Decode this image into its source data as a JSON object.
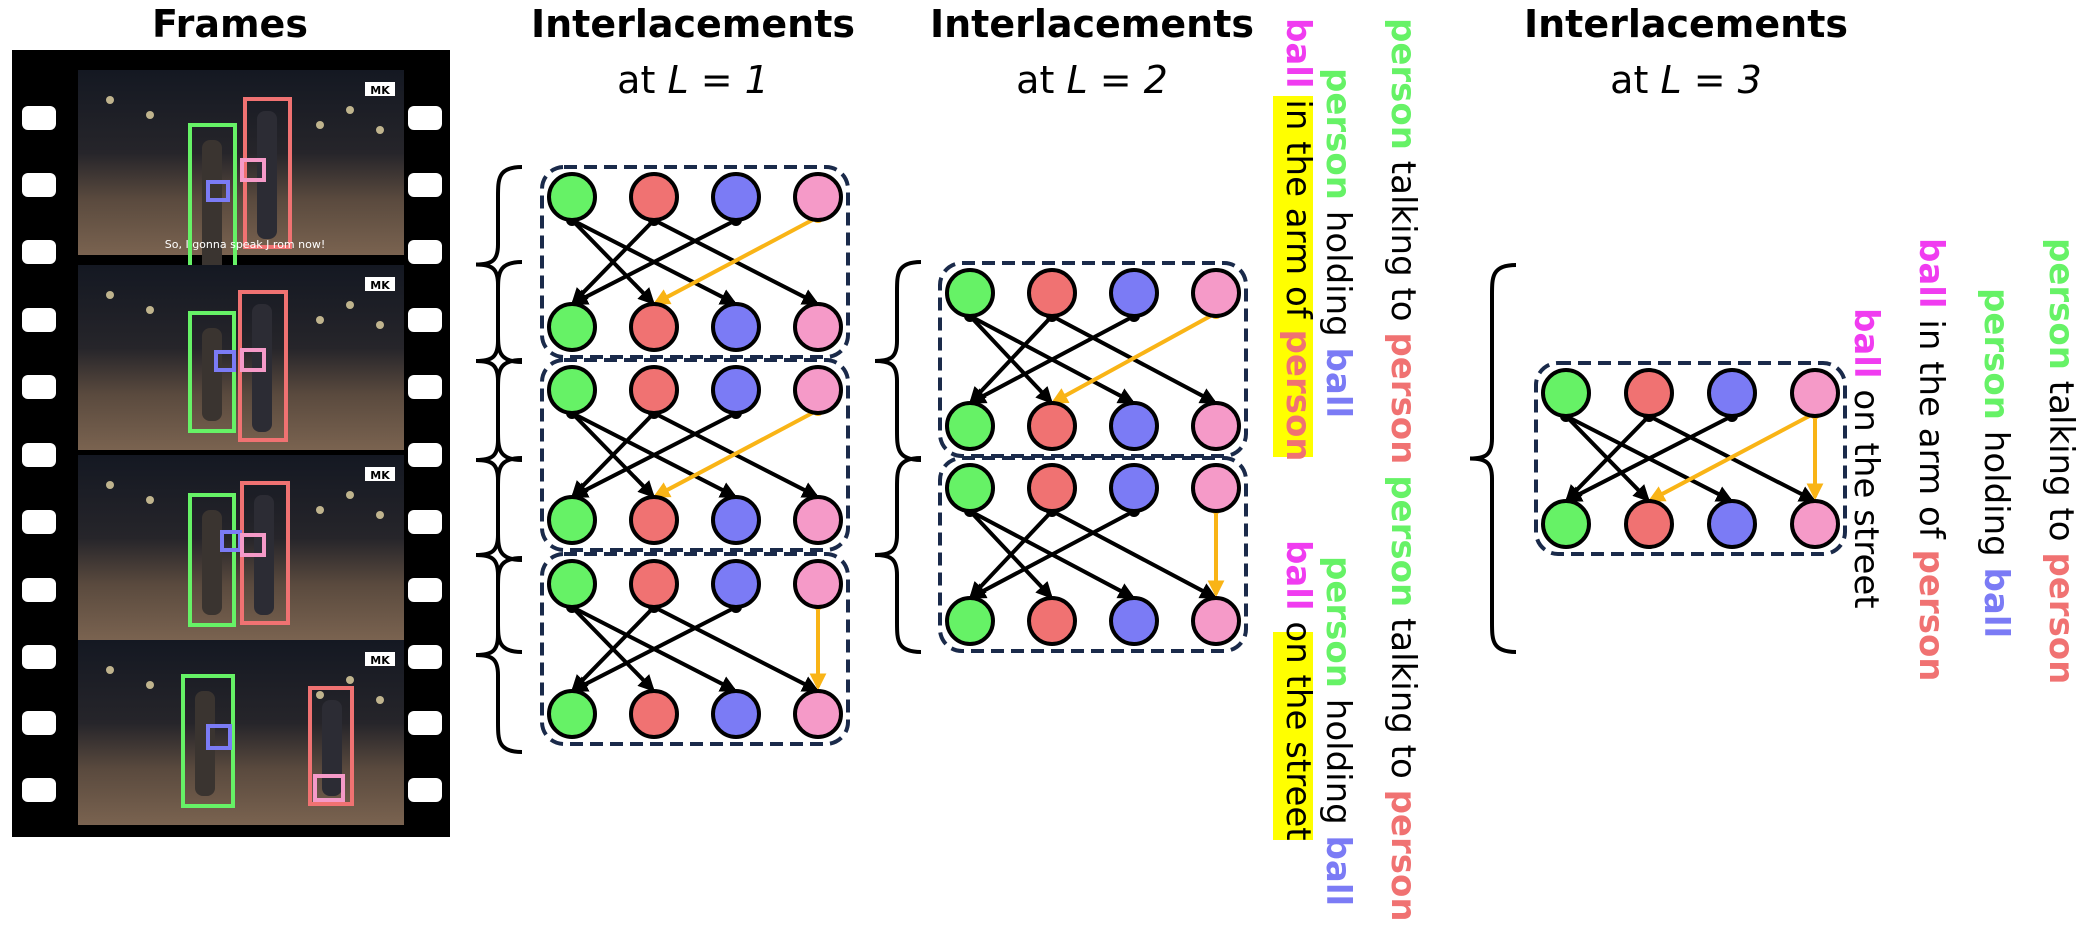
{
  "headers": {
    "frames": "Frames",
    "col1": {
      "title": "Interlacements",
      "at": "at",
      "lvar": "L",
      "eq": " = ",
      "lval": "1"
    },
    "col2": {
      "title": "Interlacements",
      "at": "at",
      "lvar": "L",
      "eq": " = ",
      "lval": "2"
    },
    "col3": {
      "title": "Interlacements",
      "at": "at",
      "lvar": "L",
      "eq": " = ",
      "lval": "3"
    }
  },
  "frames": [
    {
      "subtitle": "So, I gonna speak J          rom now!"
    },
    {
      "subtitle": ""
    },
    {
      "subtitle": ""
    },
    {
      "subtitle": ""
    }
  ],
  "frame_logo": "MK",
  "colors": {
    "green": "#66f266",
    "red": "#f07272",
    "blue": "#7b7bf5",
    "pink": "#f59ac8",
    "magenta": "#f03cf0",
    "yellow": "#ffff00",
    "orange": "#f9b416",
    "navy": "#1a2a4a"
  },
  "captions": {
    "level2_a": [
      [
        {
          "t": "person",
          "c": "green",
          "b": true
        },
        {
          "t": " talking to ",
          "c": "black"
        },
        {
          "t": "person",
          "c": "red",
          "b": true
        },
        {
          "t": " ",
          "c": "black"
        },
        {
          "t": "person",
          "c": "green",
          "b": true
        },
        {
          "t": " talking to ",
          "c": "black"
        },
        {
          "t": "person",
          "c": "red",
          "b": true
        }
      ]
    ],
    "level2_b": [
      [
        {
          "t": "person",
          "c": "green",
          "b": true
        },
        {
          "t": " holding ",
          "c": "black"
        },
        {
          "t": "ball",
          "c": "blue",
          "b": true
        }
      ],
      [
        {
          "t": "person",
          "c": "green",
          "b": true
        },
        {
          "t": " holding ",
          "c": "black"
        },
        {
          "t": "ball",
          "c": "blue",
          "b": true
        }
      ]
    ],
    "level2_c": [
      [
        {
          "t": "ball",
          "c": "magenta",
          "b": true
        },
        {
          "t": " in the arm of ",
          "c": "black",
          "hl": true
        },
        {
          "t": "person",
          "c": "red",
          "b": true,
          "hl": true
        }
      ],
      [
        {
          "t": "ball",
          "c": "magenta",
          "b": true
        },
        {
          "t": " on the street",
          "c": "black",
          "hl": true
        }
      ]
    ],
    "level3": [
      [
        {
          "t": "person",
          "c": "green",
          "b": true
        },
        {
          "t": " talking to ",
          "c": "black"
        },
        {
          "t": "person",
          "c": "red",
          "b": true
        }
      ],
      [
        {
          "t": "person",
          "c": "green",
          "b": true
        },
        {
          "t": " holding ",
          "c": "black"
        },
        {
          "t": "ball",
          "c": "blue",
          "b": true
        }
      ],
      [
        {
          "t": "ball",
          "c": "magenta",
          "b": true
        },
        {
          "t": " in the arm of ",
          "c": "black"
        },
        {
          "t": "person",
          "c": "red",
          "b": true
        }
      ],
      [
        {
          "t": "ball",
          "c": "magenta",
          "b": true
        },
        {
          "t": " on the street",
          "c": "black"
        }
      ]
    ]
  }
}
